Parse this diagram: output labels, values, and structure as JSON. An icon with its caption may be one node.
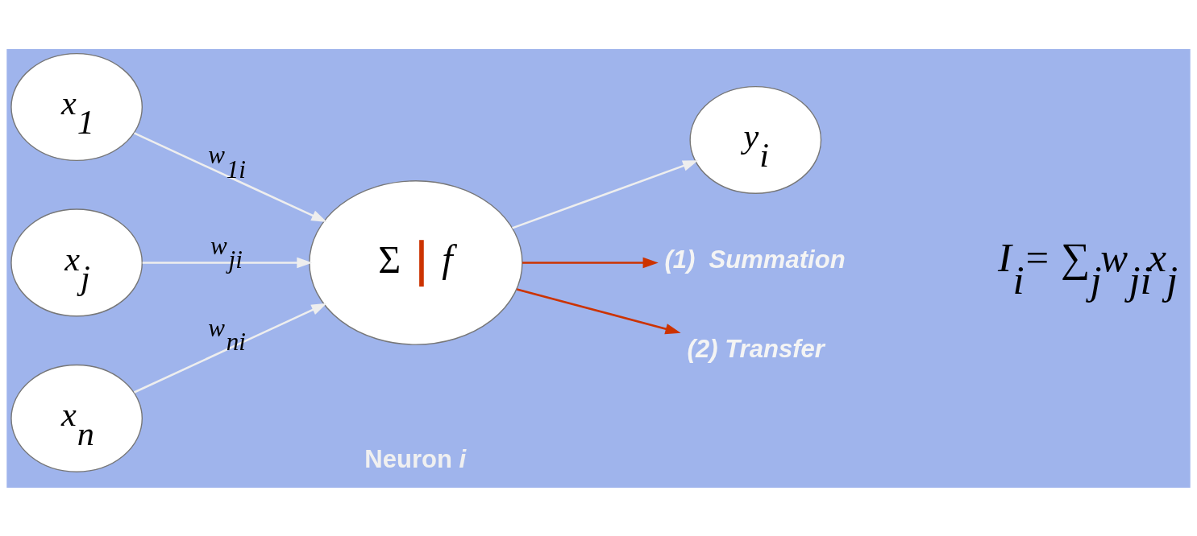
{
  "diagram": {
    "nodes": [
      {
        "text": [
          "x$_{1}$"
        ]
      },
      {
        "text": [
          "x$_{j}$"
        ]
      },
      {
        "text": [
          "x$_{n}$"
        ]
      },
      {
        "text": [
          "Σ",
          "f"
        ]
      },
      {
        "text": [
          "y$_{i}$"
        ]
      },
      {
        "text": [
          "(1)  Summation"
        ]
      },
      {
        "text": [
          "(2) Transfer"
        ]
      }
    ],
    "edges": [
      {
        "from": 0,
        "to": 3,
        "arrow": "to",
        "label": "w$_{1i}$"
      },
      {
        "from": 1,
        "to": 3,
        "arrow": "to",
        "label": "w$_{ji}$"
      },
      {
        "from": 2,
        "to": 3,
        "arrow": "to",
        "label": "w$_{ni}$"
      },
      {
        "from": 3,
        "to": 4,
        "arrow": "to"
      },
      {
        "from": 3,
        "to": 5,
        "arrow": "to",
        "color": "#cc3300"
      },
      {
        "from": 3,
        "to": 6,
        "arrow": "to",
        "color": "#cc3300"
      }
    ],
    "labels": [
      "I$_{i}$= ∑$_{j}$w$_{ji}$x$_{j}$",
      "Neuron *i*"
    ]
  }
}
